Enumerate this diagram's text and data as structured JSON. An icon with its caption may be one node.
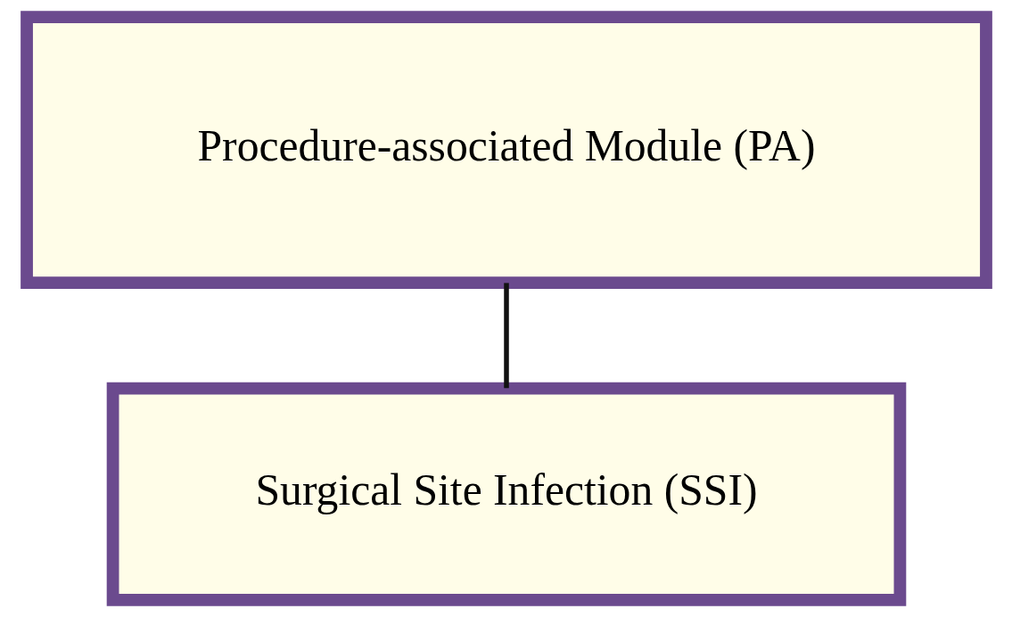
{
  "diagram": {
    "nodes": [
      {
        "text": [
          "Procedure-associated Module (PA)"
        ]
      },
      {
        "text": [
          "Surgical Site Infection (SSI)"
        ]
      }
    ],
    "edges": [
      {
        "from": 0,
        "to": 1,
        "arrow": "none"
      }
    ]
  }
}
